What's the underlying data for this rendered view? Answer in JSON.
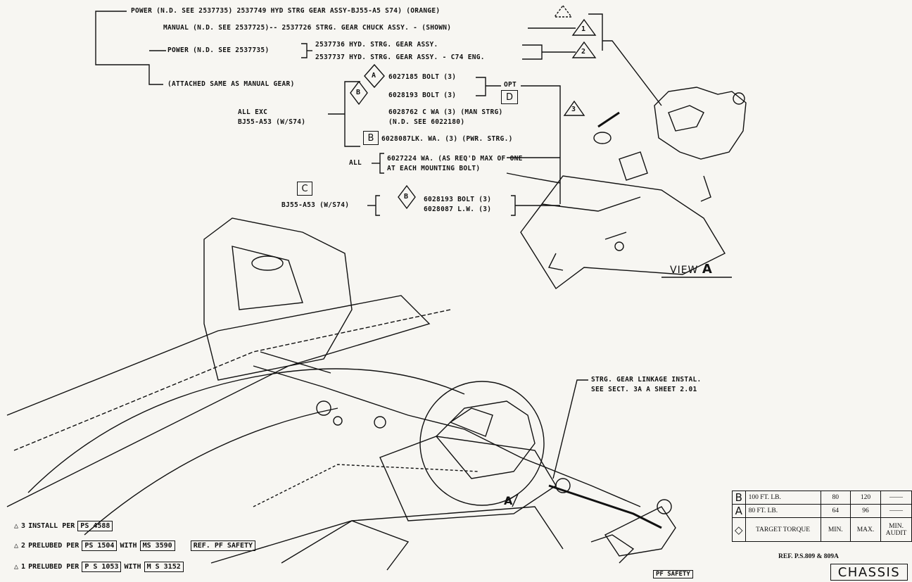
{
  "tree": {
    "power_main": "POWER (N.D. SEE 2537735) 2537749 HYD STRG GEAR ASSY-BJ55-A5      S74) (ORANGE)",
    "manual": "MANUAL (N.D. SEE 2537725)-- 2537726 STRG. GEAR CHUCK ASSY. - (SHOWN)",
    "power_sub": "POWER (N.D. SEE 2537735)",
    "power_sub_1": "2537736 HYD. STRG. GEAR ASSY.",
    "power_sub_2": "2537737 HYD. STRG. GEAR ASSY. - C74 ENG.",
    "attached": "(ATTACHED SAME AS MANUAL GEAR)"
  },
  "bolts": {
    "bolt1": "6027185 BOLT (3)",
    "bolt2": "6028193 BOLT (3)",
    "opt": "OPT",
    "washer1": "6028762 C WA (3) (MAN STRG)",
    "washer1b": "(N.D. SEE 6022180)",
    "lw": "6028087LK. WA. (3) (PWR. STRG.)",
    "all_exc": "ALL EXC",
    "all_exc_2": "BJ55-A53 (W/S74)",
    "all": "ALL",
    "wa_all_1": "6027224 WA. (AS REQ'D MAX OF ONE",
    "wa_all_2": "AT EACH MOUNTING BOLT)",
    "c_model": "BJ55-A53 (W/S74)",
    "c_bolt": "6028193 BOLT (3)",
    "c_lw": "6028087 L.W. (3)"
  },
  "letters": {
    "a": "A",
    "b": "B",
    "c": "C",
    "d": "D",
    "n1": "1",
    "n2": "2",
    "n3": "3"
  },
  "linkage_note_1": "STRG. GEAR LINKAGE INSTAL.",
  "linkage_note_2": "SEE SECT. 3A A SHEET 2.01",
  "view_label": "VIEW",
  "view_letter": "A",
  "callout_a": "A",
  "notes": [
    {
      "num": "3",
      "text": "INSTALL PER",
      "spec": "PS 4588"
    },
    {
      "num": "2",
      "text": "PRELUBED PER",
      "spec": "PS 1504",
      "with": "WITH",
      "spec2": "MS 3590",
      "ref": "REF. PF SAFETY"
    },
    {
      "num": "1",
      "text": "PRELUBED PER",
      "spec": "P S 1053",
      "with": "WITH",
      "spec2": "M S 3152"
    }
  ],
  "torque": {
    "rows": [
      {
        "sym": "B",
        "desc": "100 FT. LB.",
        "min": "80",
        "max": "120",
        "audit": "——"
      },
      {
        "sym": "A",
        "desc": "80 FT. LB.",
        "min": "64",
        "max": "96",
        "audit": "——"
      },
      {
        "sym": "◇",
        "desc": "TARGET TORQUE",
        "min": "MIN.",
        "max": "MAX.",
        "audit": "MIN. AUDIT"
      }
    ]
  },
  "ref": "REF. P.S.809 & 809A",
  "chassis": "CHASSIS",
  "pf_safety": "PF SAFETY"
}
